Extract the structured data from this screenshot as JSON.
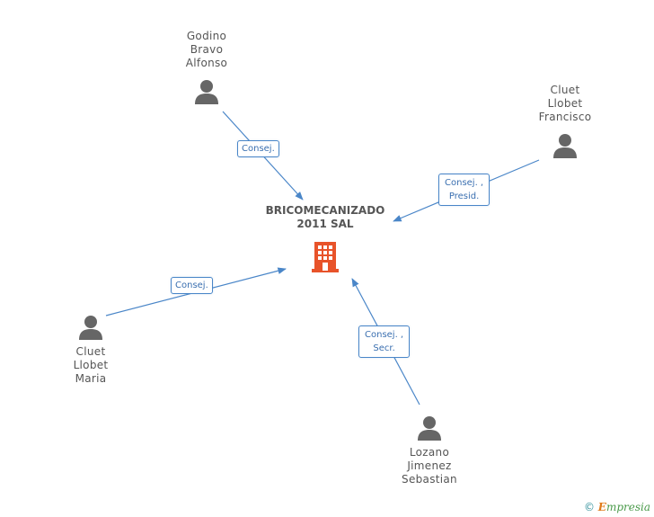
{
  "company": {
    "name_lines": [
      "BRICOMECANIZADO",
      "2011 SAL"
    ],
    "icon": "building-icon",
    "color": "#e8532a"
  },
  "people": [
    {
      "id": "godino",
      "name_lines": [
        "Godino",
        "Bravo",
        "Alfonso"
      ],
      "icon": "person-icon"
    },
    {
      "id": "cluet-francisco",
      "name_lines": [
        "Cluet",
        "Llobet",
        "Francisco"
      ],
      "icon": "person-icon"
    },
    {
      "id": "cluet-maria",
      "name_lines": [
        "Cluet",
        "Llobet",
        "Maria"
      ],
      "icon": "person-icon"
    },
    {
      "id": "lozano",
      "name_lines": [
        "Lozano",
        "Jimenez",
        "Sebastian"
      ],
      "icon": "person-icon"
    }
  ],
  "relations": [
    {
      "id": "rel-godino",
      "label_lines": [
        "Consej."
      ]
    },
    {
      "id": "rel-francisco",
      "label_lines": [
        "Consej. ,",
        "Presid."
      ]
    },
    {
      "id": "rel-maria",
      "label_lines": [
        "Consej."
      ]
    },
    {
      "id": "rel-lozano",
      "label_lines": [
        "Consej. ,",
        "Secr."
      ]
    }
  ],
  "footer": {
    "copyright": "©",
    "brand_initial": "E",
    "brand_rest": "mpresia"
  },
  "colors": {
    "edge": "#4a86c8",
    "person_icon": "#666666",
    "text": "#555555"
  }
}
